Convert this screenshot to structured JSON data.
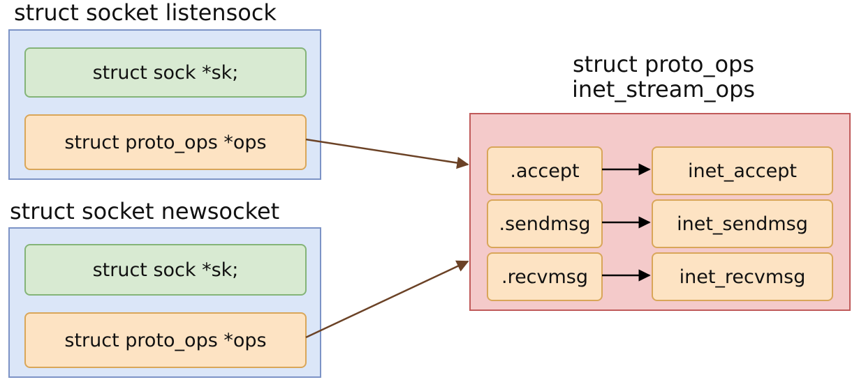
{
  "listensock": {
    "title": "struct socket listensock",
    "sk_field": "struct sock *sk;",
    "ops_field": "struct proto_ops *ops"
  },
  "newsocket": {
    "title": "struct socket newsocket",
    "sk_field": "struct sock *sk;",
    "ops_field": "struct proto_ops *ops"
  },
  "proto_ops": {
    "title_line1": "struct proto_ops",
    "title_line2": "inet_stream_ops",
    "entries": [
      {
        "field": ".accept",
        "target": "inet_accept"
      },
      {
        "field": ".sendmsg",
        "target": "inet_sendmsg"
      },
      {
        "field": ".recvmsg",
        "target": "inet_recvmsg"
      }
    ]
  },
  "colors": {
    "socket_fill": "#dbe6f8",
    "socket_border": "#7c93c6",
    "sk_fill": "#d8ead2",
    "sk_border": "#84b478",
    "field_fill": "#fde3c3",
    "field_border": "#d9a659",
    "proto_fill": "#f4caca",
    "proto_border": "#c05a5a",
    "pointer_arrow": "#6b4226",
    "entry_arrow": "#000000"
  }
}
